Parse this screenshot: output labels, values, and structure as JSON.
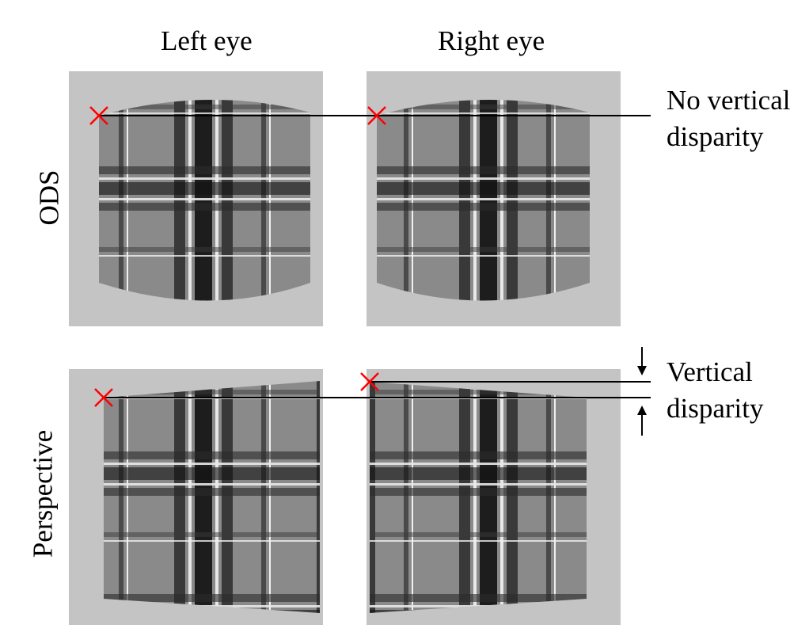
{
  "columns": {
    "left": "Left eye",
    "right": "Right eye"
  },
  "rows": {
    "top": "ODS",
    "bottom": "Perspective"
  },
  "annotations": {
    "top_line1": "No vertical",
    "top_line2": "disparity",
    "bottom_line1": "Vertical",
    "bottom_line2": "disparity"
  },
  "colors": {
    "panel_background": "#c4c4c4",
    "marker": "#ff0000",
    "line": "#000000",
    "tartan_base": "#8a8a8a",
    "tartan_dark": "#101010"
  },
  "icons": {
    "marker": "red-x-marker-icon",
    "arrow_down": "arrow-down-icon",
    "arrow_up": "arrow-up-icon"
  }
}
